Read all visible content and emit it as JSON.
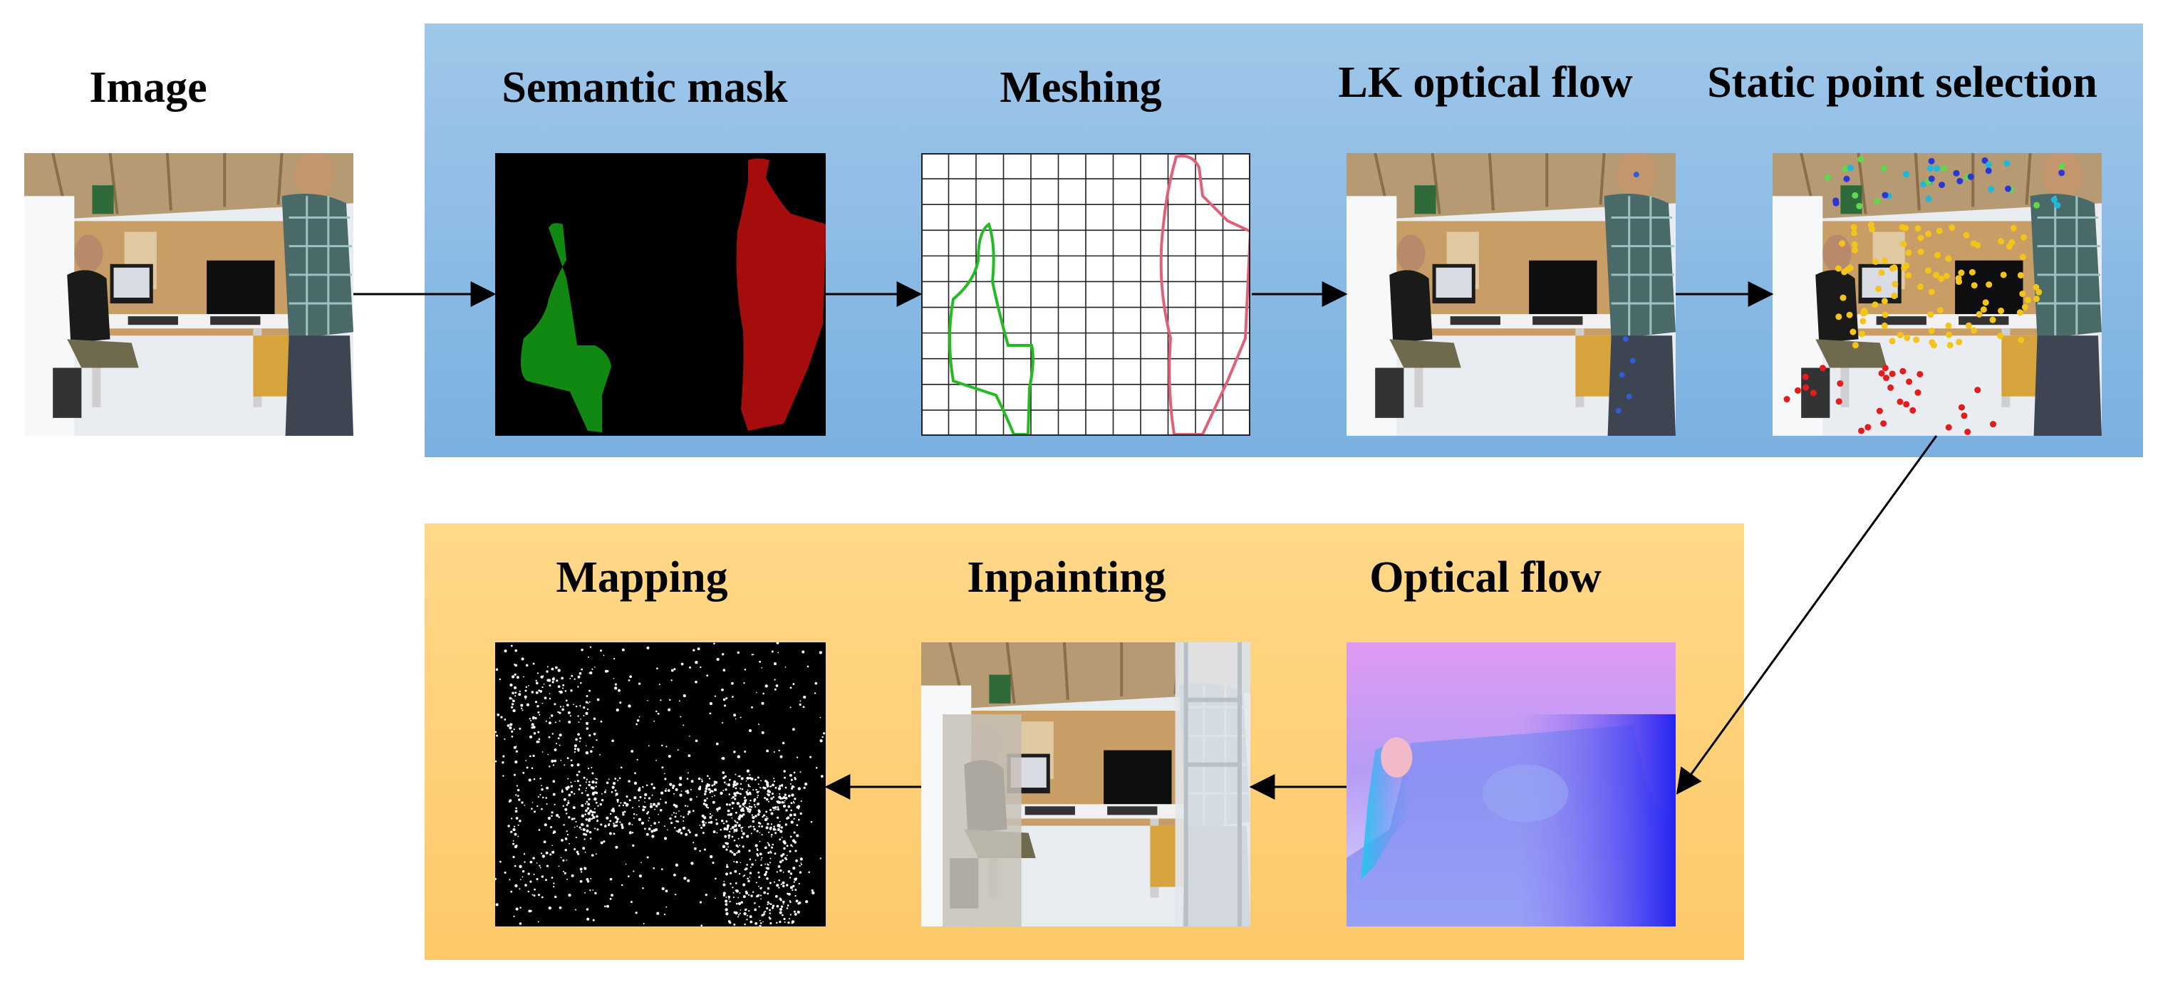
{
  "labels": {
    "image": "Image",
    "semantic_mask": "Semantic mask",
    "meshing": "Meshing",
    "lk_optical_flow": "LK optical flow",
    "static_point_selection": "Static point selection",
    "mapping": "Mapping",
    "inpainting": "Inpainting",
    "optical_flow": "Optical flow"
  },
  "colors": {
    "top_panel": "#8fbde6",
    "bottom_panel": "#fdd07a",
    "mask_person_near": "#118811",
    "mask_person_far": "#a50d0d",
    "arrow": "#000000"
  },
  "icons": [
    "scene-photo",
    "mask-image",
    "mesh-grid",
    "flow-visualization",
    "point-cloud-map"
  ]
}
